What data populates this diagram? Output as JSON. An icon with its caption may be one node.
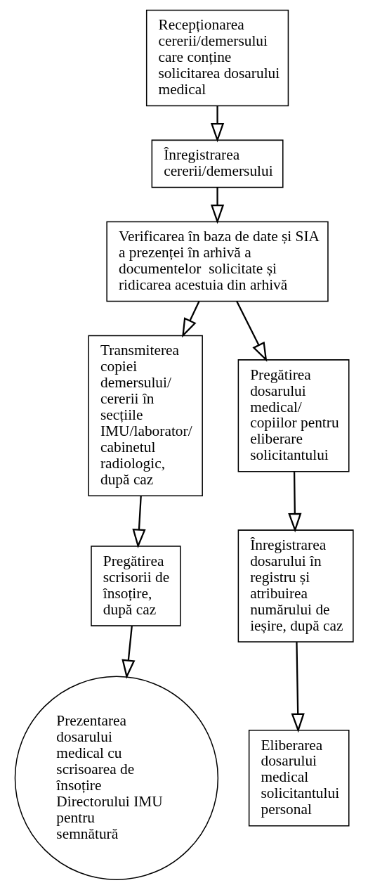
{
  "diagram": {
    "nodes": [
      {
        "text": [
          "Recepționarea cererii/demersului care conține solicitarea dosarului medical"
        ]
      },
      {
        "text": [
          "Înregistrarea cererii/demersului"
        ]
      },
      {
        "text": [
          "Verificarea în baza de date și SIA a prezenței în arhivă a documentelor  solicitate și ridicarea acestuia din arhivă"
        ]
      },
      {
        "text": [
          "Transmiterea copiei demersului/ cererii în secțiile IMU/laborator/ cabinetul radiologic,  după caz"
        ]
      },
      {
        "text": [
          "Pregătirea dosarului medical/ copiilor pentru eliberare solicitantului"
        ]
      },
      {
        "text": [
          "Înregistrarea dosarului în registru și atribuirea numărului de ieșire, după caz"
        ]
      },
      {
        "text": [
          "Pregătirea scrisorii de însoțire, după caz"
        ]
      },
      {
        "text": [
          "Eliberarea dosarului medical solicitantului personal"
        ]
      },
      {
        "text": [
          "Prezentarea dosarului medical cu scrisoarea de însoțire Directorului IMU pentru  semnătură"
        ]
      }
    ],
    "edges": [
      {
        "from": 0,
        "to": 1,
        "arrow": "to"
      },
      {
        "from": 1,
        "to": 2,
        "arrow": "to"
      },
      {
        "from": 2,
        "to": 3,
        "arrow": "to"
      },
      {
        "from": 2,
        "to": 4,
        "arrow": "to"
      },
      {
        "from": 3,
        "to": 6,
        "arrow": "to"
      },
      {
        "from": 4,
        "to": 5,
        "arrow": "to"
      },
      {
        "from": 5,
        "to": 7,
        "arrow": "to"
      },
      {
        "from": 6,
        "to": 8,
        "arrow": "to"
      }
    ]
  }
}
